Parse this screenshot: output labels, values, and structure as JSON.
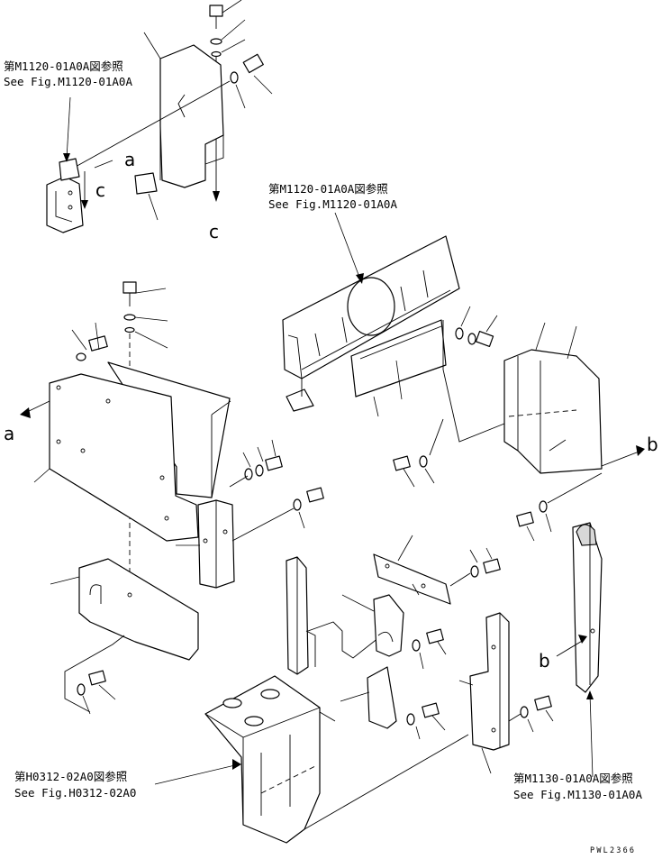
{
  "references": [
    {
      "id": "ref-m1120-top",
      "jp": "第M1120-01A0A図参照",
      "en": "See Fig.M1120-01A0A"
    },
    {
      "id": "ref-m1120-mid",
      "jp": "第M1120-01A0A図参照",
      "en": "See Fig.M1120-01A0A"
    },
    {
      "id": "ref-h0312",
      "jp": "第H0312-02A0図参照",
      "en": "See Fig.H0312-02A0"
    },
    {
      "id": "ref-m1130",
      "jp": "第M1130-01A0A図参照",
      "en": "See Fig.M1130-01A0A"
    }
  ],
  "callouts": {
    "a": "a",
    "b": "b",
    "c": "c"
  },
  "drawing_code": "PWL2366"
}
